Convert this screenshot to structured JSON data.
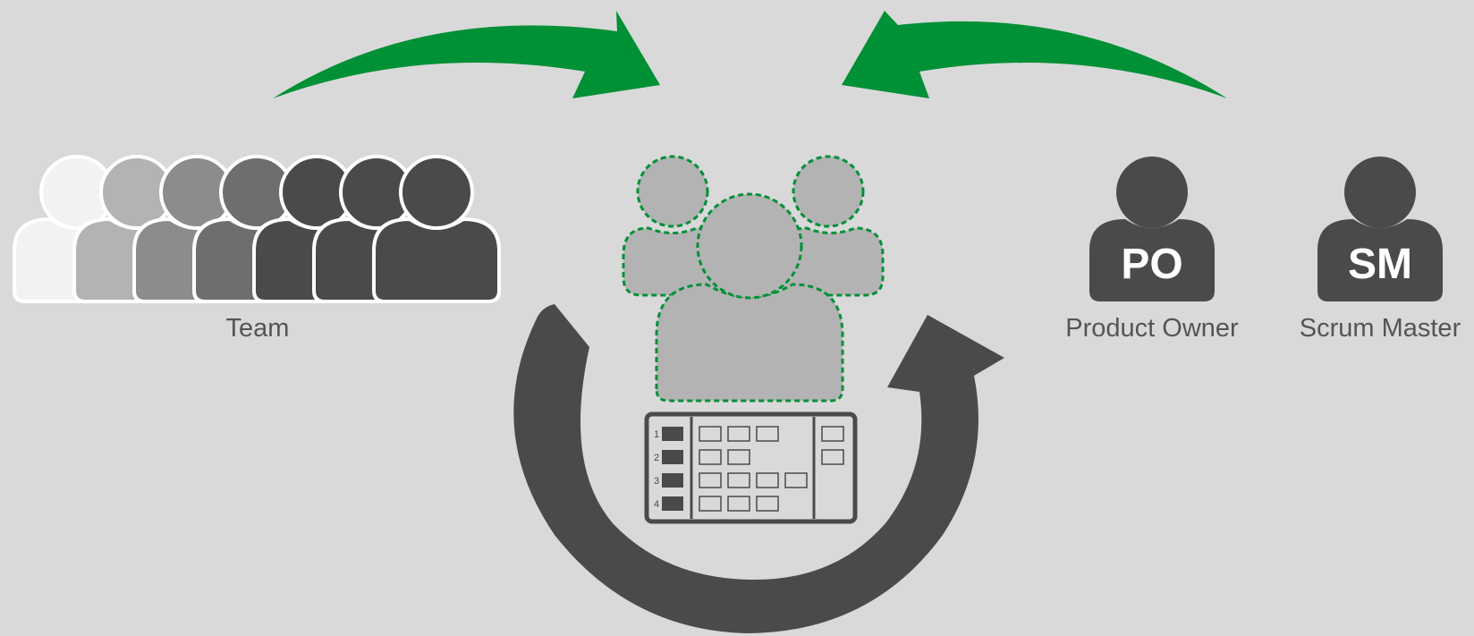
{
  "labels": {
    "team": "Team",
    "product_owner": "Product Owner",
    "scrum_master": "Scrum Master"
  },
  "badges": {
    "product_owner": "PO",
    "scrum_master": "SM"
  },
  "board": {
    "row_numbers": [
      "1",
      "2",
      "3",
      "4"
    ],
    "cards_per_row": [
      3,
      2,
      4,
      3
    ],
    "right_column_cards": 2
  },
  "team_member_colors": [
    "#f2f2f2",
    "#b3b3b3",
    "#8c8c8c",
    "#6e6e6e",
    "#4a4a4a",
    "#4a4a4a",
    "#4a4a4a"
  ],
  "colors": {
    "background": "#d9d9d9",
    "arrow_green": "#009036",
    "dark": "#4a4a4a",
    "light_gray": "#b3b3b3",
    "label": "#555555"
  },
  "icons": {
    "team": "team-people-icon",
    "group": "scrum-team-group-icon",
    "product_owner": "person-icon",
    "scrum_master": "person-icon",
    "cycle": "sprint-cycle-arrow-icon",
    "board": "task-board-icon"
  }
}
